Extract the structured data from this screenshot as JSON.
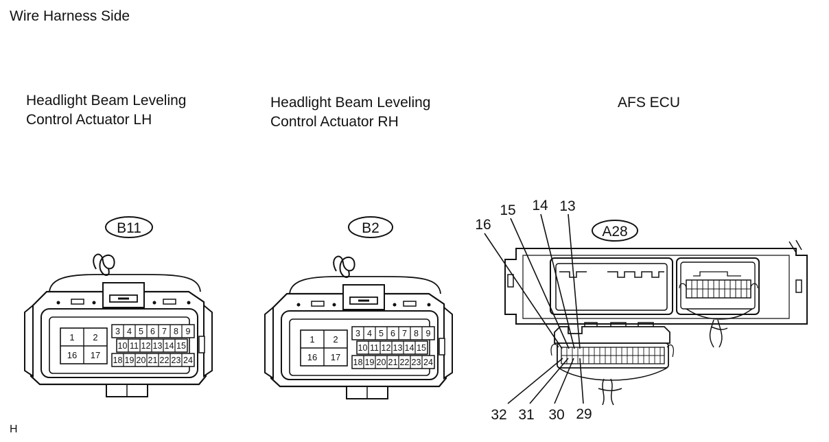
{
  "title": "Wire Harness Side",
  "footer": "H",
  "components": [
    {
      "name_line1": "Headlight Beam Leveling",
      "name_line2": "Control Actuator LH",
      "connector": "B11"
    },
    {
      "name_line1": "Headlight Beam Leveling",
      "name_line2": "Control Actuator RH",
      "connector": "B2"
    },
    {
      "name_line1": "AFS ECU",
      "name_line2": "",
      "connector": "A28"
    }
  ],
  "actuator_pins": {
    "big": [
      "1",
      "2",
      "16",
      "17"
    ],
    "row1": [
      "3",
      "4",
      "5",
      "6",
      "7",
      "8",
      "9"
    ],
    "row2": [
      "10",
      "11",
      "12",
      "13",
      "14",
      "15"
    ],
    "row3": [
      "18",
      "19",
      "20",
      "21",
      "22",
      "23",
      "24"
    ]
  },
  "ecu_callouts_top": [
    "16",
    "15",
    "14",
    "13"
  ],
  "ecu_callouts_bottom": [
    "32",
    "31",
    "30",
    "29"
  ]
}
